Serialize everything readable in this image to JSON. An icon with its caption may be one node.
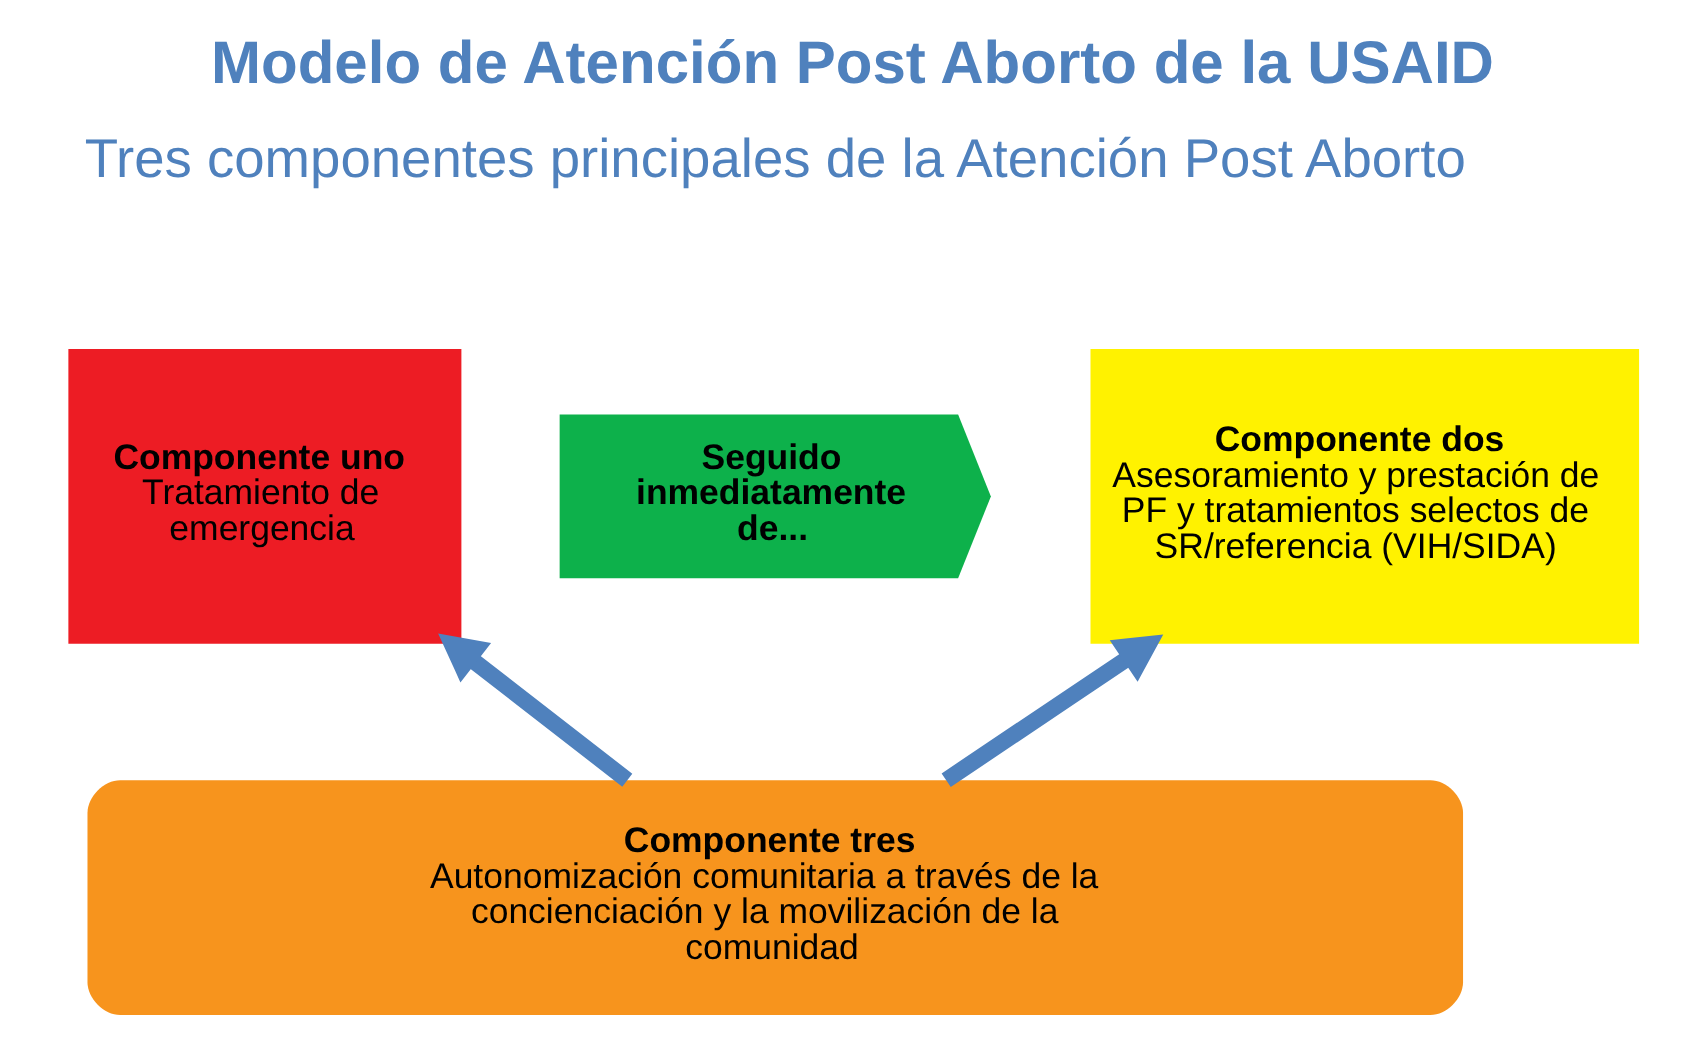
{
  "diagram": {
    "title": "Modelo de Atención Post Aborto de la USAID",
    "nodes": [
      {
        "text": [
          "Componente uno",
          "Tratamiento de emergencia"
        ]
      },
      {
        "text": [
          "Seguido inmediatamente de..."
        ]
      },
      {
        "text": [
          "Componente dos",
          "Asesoramiento y prestación de PF y tratamientos selectos de SR/referencia (VIH/SIDA)"
        ]
      },
      {
        "text": [
          "Componente tres",
          "Autonomización comunitaria a través de la concienciación y la movilización de la comunidad"
        ]
      }
    ],
    "edges": [
      {
        "from": 3,
        "to": 0,
        "arrow": "to"
      },
      {
        "from": 3,
        "to": 2,
        "arrow": "to"
      }
    ],
    "labels": [
      "Tres componentes principales de la Atención Post Aborto"
    ]
  }
}
